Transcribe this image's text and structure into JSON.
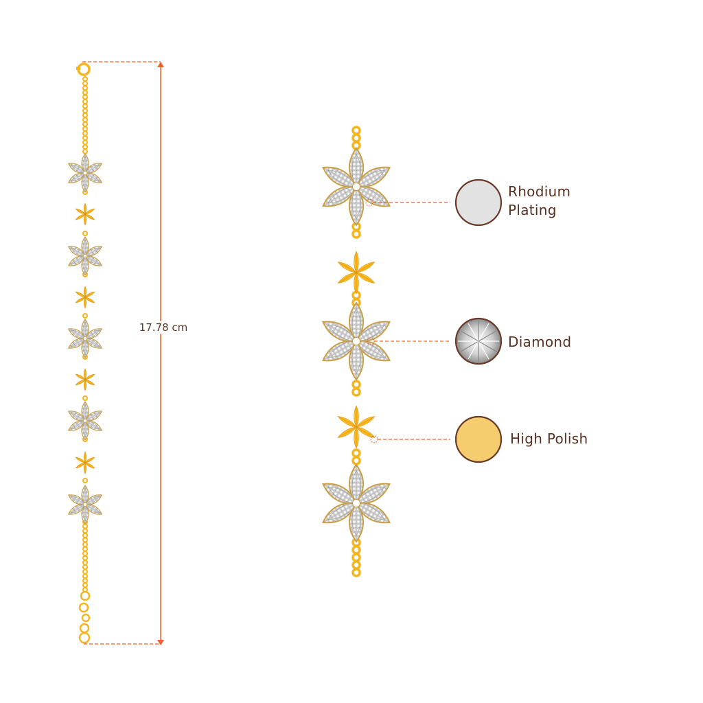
{
  "dimension": {
    "length_label": "17.78 cm"
  },
  "colors": {
    "gold": "#f5b51e",
    "gold_dark": "#d9920a",
    "dimension_line": "#f0602a",
    "text": "#5a3020",
    "rhodium": "#e2e2e2",
    "high_polish": "#f5cd6e"
  },
  "legend": [
    {
      "label_line1": "Rhodium",
      "label_line2": "Plating",
      "swatch": "rhodium"
    },
    {
      "label_line1": "Diamond",
      "swatch": "diamond"
    },
    {
      "label_line1": "High Polish",
      "swatch": "gold"
    }
  ],
  "bracelet": {
    "diamond_flowers": 5,
    "gold_stars": 4
  }
}
